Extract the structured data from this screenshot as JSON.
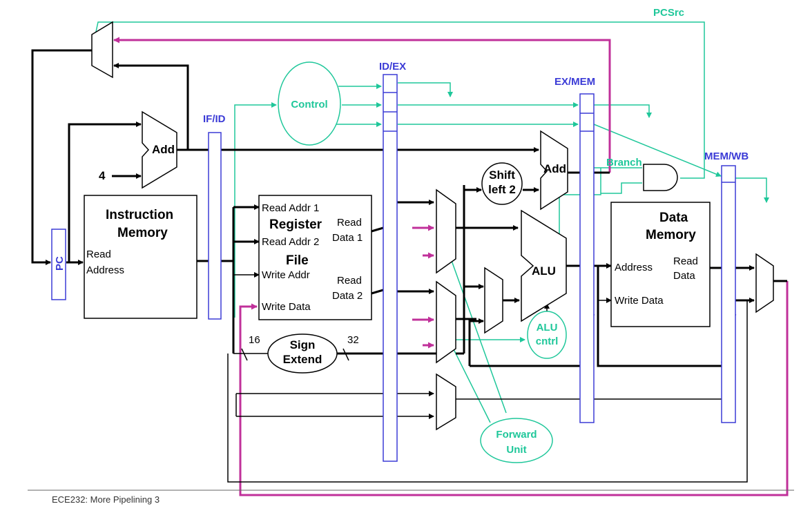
{
  "labels": {
    "pcsrc": "PCSrc",
    "id_ex": "ID/EX",
    "ex_mem": "EX/MEM",
    "if_id": "IF/ID",
    "mem_wb": "MEM/WB",
    "control": "Control",
    "add_pc": "Add",
    "four": "4",
    "im_line1": "Instruction",
    "im_line2": "Memory",
    "im_read": "Read",
    "im_address": "Address",
    "pc": "PC",
    "rf_read_addr1": "Read Addr 1",
    "rf_register": "Register",
    "rf_read_addr2": "Read Addr 2",
    "rf_file": "File",
    "rf_write_addr": "Write Addr",
    "rf_write_data": "Write Data",
    "rf_read": "Read",
    "rf_data1": "Data 1",
    "rf_read2": "Read",
    "rf_data2": "Data 2",
    "sign_line1": "Sign",
    "sign_line2": "Extend",
    "bits16": "16",
    "bits32": "32",
    "shift_line1": "Shift",
    "shift_line2": "left 2",
    "add_branch": "Add",
    "branch": "Branch",
    "alu": "ALU",
    "alu_ctrl_line1": "ALU",
    "alu_ctrl_line2": "cntrl",
    "dm_line1": "Data",
    "dm_line2": "Memory",
    "dm_address": "Address",
    "dm_read": "Read",
    "dm_data": "Data",
    "dm_write_data": "Write Data",
    "fwd_line1": "Forward",
    "fwd_line2": "Unit",
    "footer": "ECE232: More Pipelining 3"
  },
  "colors": {
    "register_blue": "#3b3bd6",
    "control_green": "#1fc79a",
    "forward_magenta": "#c0309a"
  }
}
